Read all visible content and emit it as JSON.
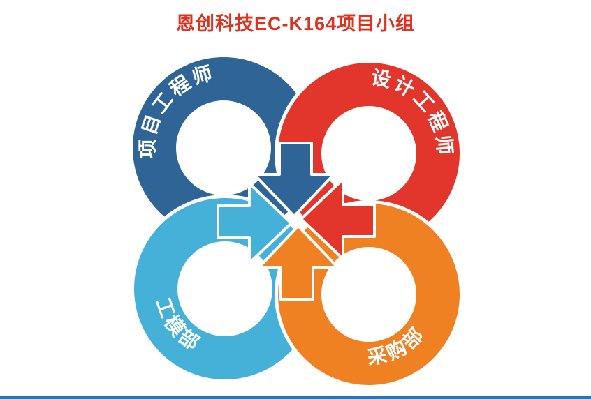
{
  "title": {
    "text": "恩创科技EC-K164项目小组",
    "color": "#e0301e"
  },
  "diagram": {
    "nodes": [
      {
        "label": "项目工程师",
        "color": "#2f6496",
        "position": "top-left"
      },
      {
        "label": "设计工程师",
        "color": "#e2362c",
        "position": "top-right"
      },
      {
        "label": "工模部",
        "color": "#45b0d8",
        "position": "bottom-left"
      },
      {
        "label": "采购部",
        "color": "#f08122",
        "position": "bottom-right"
      }
    ]
  },
  "footer": {
    "bar_color": "#2e74b5"
  }
}
